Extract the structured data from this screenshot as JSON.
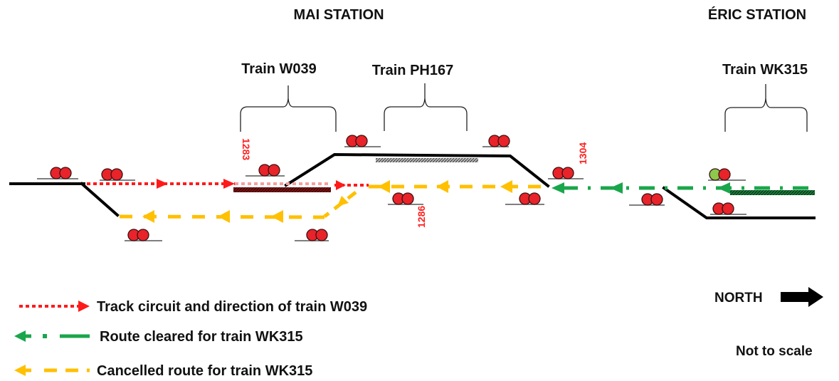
{
  "stations": {
    "mai": "MAI STATION",
    "eric": "ÉRIC STATION"
  },
  "trains": {
    "w039": "Train W039",
    "ph167": "Train PH167",
    "wk315": "Train WK315"
  },
  "signals": {
    "s1283": "1283",
    "s1286": "1286",
    "s1304": "1304"
  },
  "legend": {
    "track_circuit": "Track circuit and direction of train W039",
    "route_cleared": "Route cleared for train WK315",
    "cancelled_route": "Cancelled route for train WK315"
  },
  "north_label": "NORTH",
  "not_to_scale": "Not to scale",
  "colors": {
    "track": "#000000",
    "signal_red": "#e8232a",
    "signal_green": "#8cc84b",
    "track_circuit": "#ff1a1a",
    "route_cleared": "#1aa64b",
    "cancelled_route": "#ffc000",
    "occupied_w039": "#5a0f0f",
    "occupied_ph167": "#888888",
    "occupied_wk315": "#0e5a2a"
  }
}
